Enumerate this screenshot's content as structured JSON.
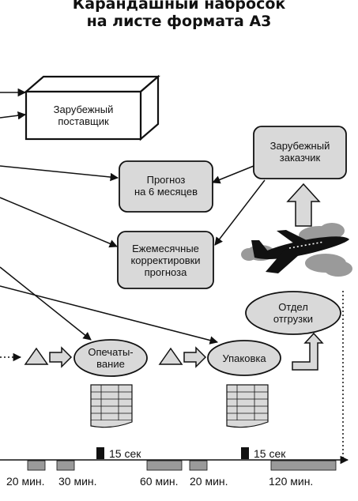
{
  "title": {
    "line1": "Карандашный набросок",
    "line2": "на листе формата А3"
  },
  "nodes": {
    "supplier": {
      "line1": "Зарубежный",
      "line2": "поставщик"
    },
    "customer": {
      "line1": "Зарубежный",
      "line2": "заказчик"
    },
    "forecast": {
      "line1": "Прогноз",
      "line2": "на 6 месяцев"
    },
    "monthly": {
      "line1": "Ежемесячные",
      "line2": "корректировки",
      "line3": "прогноза"
    },
    "printing": {
      "line1": "Опечаты-",
      "line2": "вание"
    },
    "packing": {
      "label": "Упаковка"
    },
    "shipping": {
      "line1": "Отдел",
      "line2": "отгрузки"
    }
  },
  "timeline": {
    "sec1": "15 сек",
    "sec2": "15 сек",
    "times": [
      "20 мин.",
      "30 мин.",
      "60 мин.",
      "20 мин.",
      "120 мин."
    ]
  },
  "colors": {
    "box_fill": "#d9d9d9",
    "line": "#111111",
    "cloud": "#9a9a9a"
  },
  "icons": {
    "airplane": "airplane-icon",
    "inventory": "triangle-inventory-icon",
    "push": "push-arrow-icon",
    "document": "document-icon"
  }
}
